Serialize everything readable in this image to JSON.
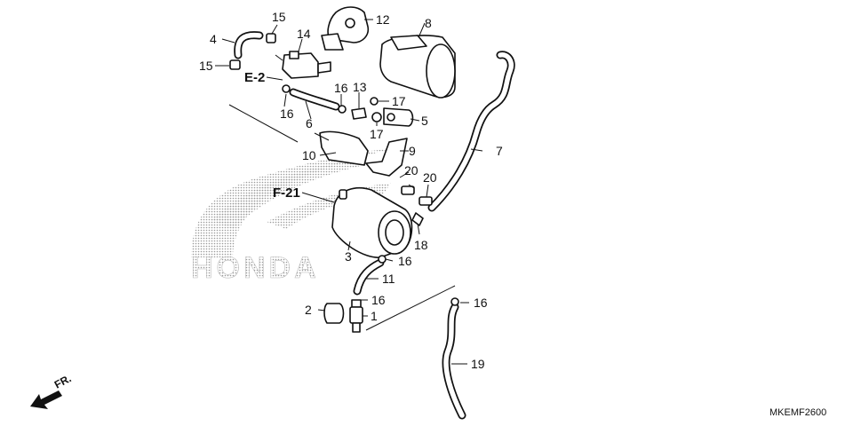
{
  "callouts": [
    {
      "id": "p1",
      "text": "1"
    },
    {
      "id": "p2",
      "text": "2"
    },
    {
      "id": "p3",
      "text": "3"
    },
    {
      "id": "p4",
      "text": "4"
    },
    {
      "id": "p5",
      "text": "5"
    },
    {
      "id": "p6",
      "text": "6"
    },
    {
      "id": "p7",
      "text": "7"
    },
    {
      "id": "p8",
      "text": "8"
    },
    {
      "id": "p9",
      "text": "9"
    },
    {
      "id": "p10",
      "text": "10"
    },
    {
      "id": "p11",
      "text": "11"
    },
    {
      "id": "p12",
      "text": "12"
    },
    {
      "id": "p13",
      "text": "13"
    },
    {
      "id": "p14",
      "text": "14"
    },
    {
      "id": "p15a",
      "text": "15"
    },
    {
      "id": "p15b",
      "text": "15"
    },
    {
      "id": "p16a",
      "text": "16"
    },
    {
      "id": "p16b",
      "text": "16"
    },
    {
      "id": "p16c",
      "text": "16"
    },
    {
      "id": "p16d",
      "text": "16"
    },
    {
      "id": "p16e",
      "text": "16"
    },
    {
      "id": "p17a",
      "text": "17"
    },
    {
      "id": "p17b",
      "text": "17"
    },
    {
      "id": "p18",
      "text": "18"
    },
    {
      "id": "p19",
      "text": "19"
    },
    {
      "id": "p20a",
      "text": "20"
    },
    {
      "id": "p20b",
      "text": "20"
    }
  ],
  "references": {
    "e2": "E-2",
    "f21": "F-21"
  },
  "front_marker": "FR.",
  "diagram_code": "MKEMF2600",
  "watermark": {
    "brand": "HONDA"
  }
}
